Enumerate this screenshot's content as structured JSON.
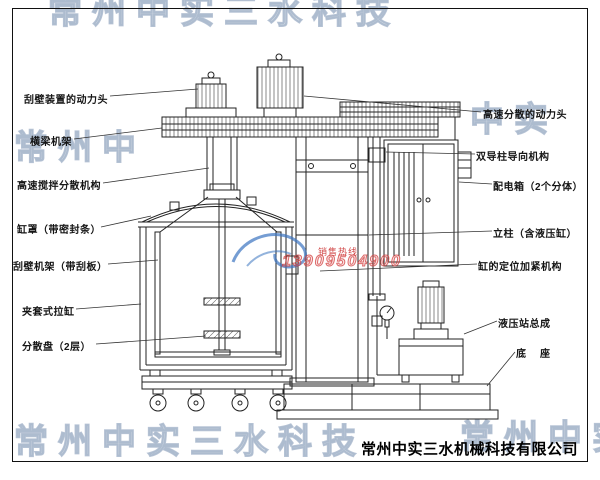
{
  "sheet": {
    "background": "#ffffff",
    "border_color": "#111111"
  },
  "labels": {
    "left": [
      "刮壁装置的动力头",
      "横梁机架",
      "高速搅拌分散机构",
      "缸罩（带密封条）",
      "刮壁机架（带刮板）",
      "夹套式拉缸",
      "分散盘（2层）"
    ],
    "right": [
      "高速分散的动力头",
      "双导柱导向机构",
      "配电箱（2个分体）",
      "立柱（含液压缸）",
      "缸的定位加紧机构",
      "液压站总成",
      "底座"
    ]
  },
  "watermark": {
    "fragments": [
      "常州中实三水科技",
      "常州中",
      "中实",
      "常州中实三水科技",
      "常州中实"
    ],
    "color": "#8aa0bc"
  },
  "seal": {
    "hotline_label": "销售热线",
    "phone": "13909504900",
    "red": "#cc3333",
    "blue": "#3b74c0"
  },
  "footer": {
    "company": "常州中实三水机械科技有限公司"
  }
}
